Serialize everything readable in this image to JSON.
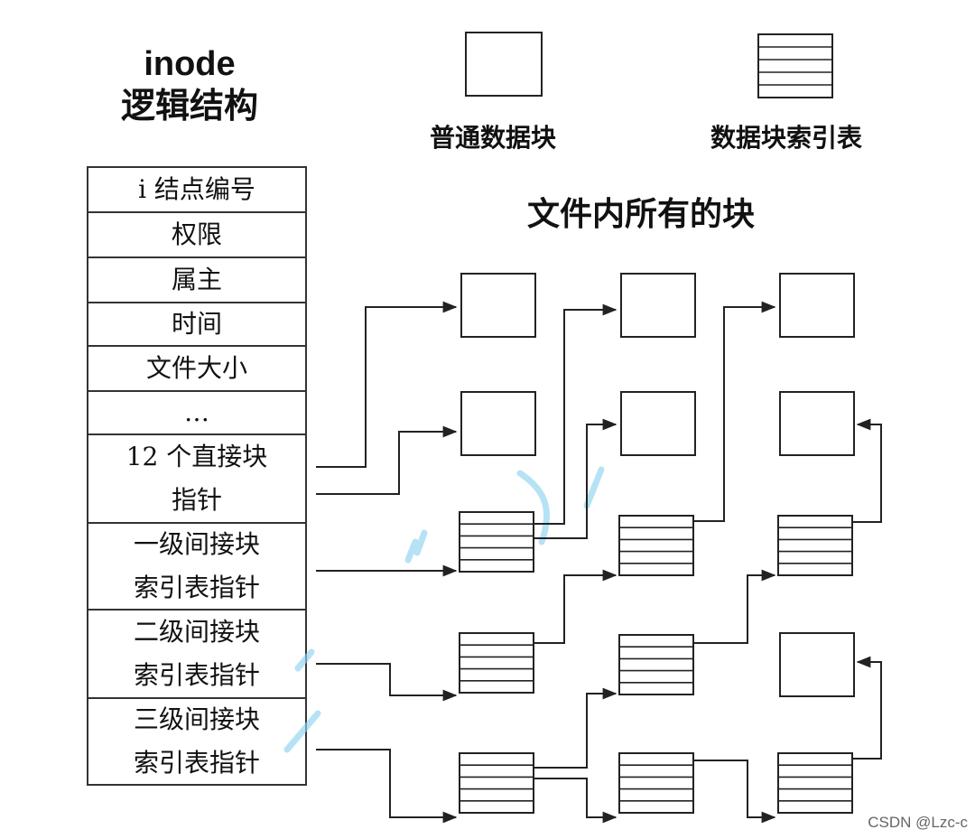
{
  "title": {
    "line1": "inode",
    "line2": "逻辑结构"
  },
  "legend": {
    "plain_block_label": "普通数据块",
    "index_table_label": "数据块索引表"
  },
  "section_title": "文件内所有的块",
  "inode_rows": [
    {
      "text": "i 结点编号",
      "shaded": true
    },
    {
      "text": "权限",
      "shaded": false
    },
    {
      "text": "属主",
      "shaded": false
    },
    {
      "text": "时间",
      "shaded": false
    },
    {
      "text": "文件大小",
      "shaded": true
    },
    {
      "text": "…",
      "shaded": false
    },
    {
      "text": "12 个直接块\n指针",
      "shaded": true
    },
    {
      "text": "一级间接块\n索引表指针",
      "shaded": true
    },
    {
      "text": "二级间接块\n索引表指针",
      "shaded": true
    },
    {
      "text": "三级间接块\n索引表指针",
      "shaded": true
    }
  ],
  "watermark": "CSDN @Lzc-c",
  "colors": {
    "line": "#222222",
    "shade": "#e6e6e6",
    "watermark_blue": "#8fd3f0"
  }
}
